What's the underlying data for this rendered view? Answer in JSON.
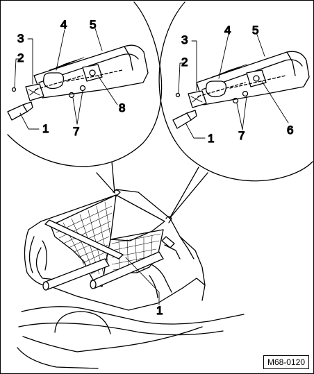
{
  "diagram": {
    "reference_code": "M68-0120",
    "detail_left": {
      "callouts": {
        "c1": "1",
        "c2": "2",
        "c3": "3",
        "c4": "4",
        "c5": "5",
        "c7": "7",
        "c8": "8"
      }
    },
    "detail_right": {
      "callouts": {
        "c1": "1",
        "c2": "2",
        "c3": "3",
        "c4": "4",
        "c5": "5",
        "c6": "6",
        "c7": "7"
      }
    },
    "main_view": {
      "callouts": {
        "c1": "1"
      }
    }
  }
}
